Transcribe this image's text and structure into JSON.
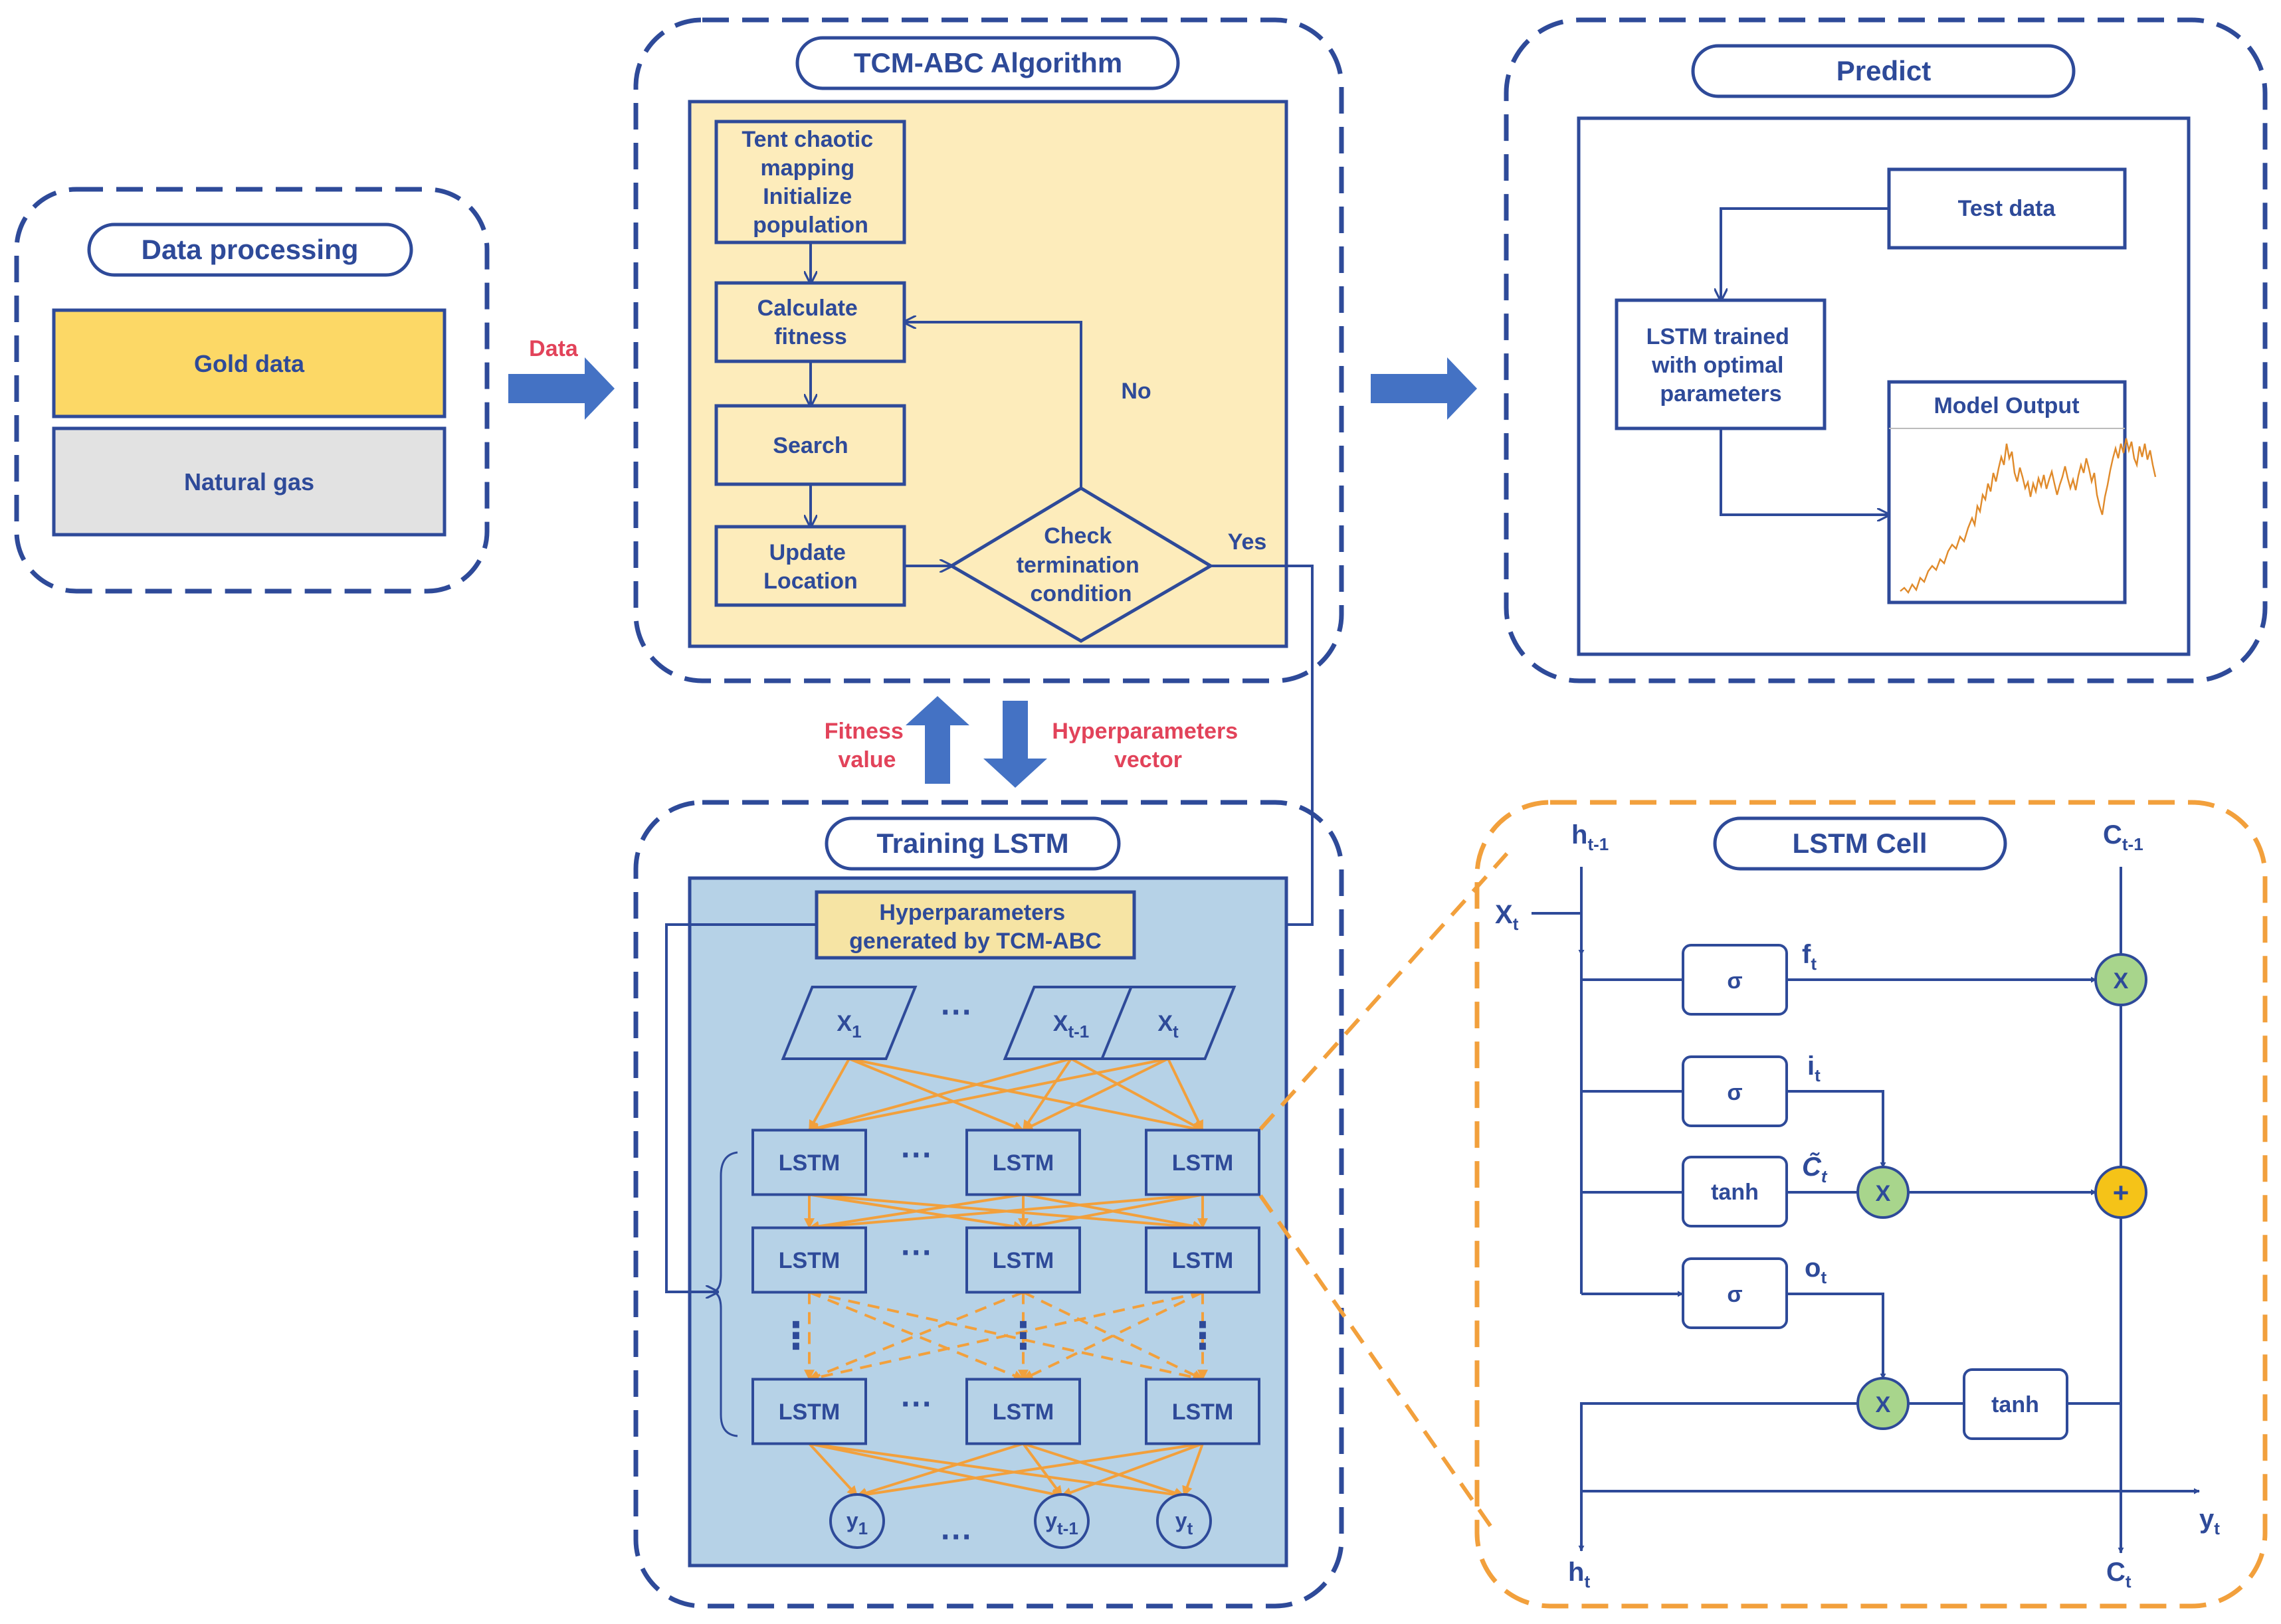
{
  "colors": {
    "primary": "#2e4a99",
    "orange": "#f2a03c",
    "accent_red": "#e2435a",
    "gold_fill": "#fcd866",
    "gas_fill": "#e2e2e2",
    "flow_fill": "#fdecbb",
    "lstm_fill": "#b6d2e7",
    "hyper_fill": "#f6e4a4",
    "gate_green": "#a8d58c",
    "gate_yellow": "#f5c318",
    "arrow_blue": "#4472c4"
  },
  "data_processing": {
    "title": "Data processing",
    "gold": "Gold data",
    "gas": "Natural gas"
  },
  "data_arrow_label": "Data",
  "tcm_abc": {
    "title": "TCM-ABC Algorithm",
    "init": [
      "Tent chaotic",
      "mapping",
      "Initialize",
      "population"
    ],
    "fitness": [
      "Calculate",
      "fitness"
    ],
    "search": "Search",
    "update": [
      "Update",
      "Location"
    ],
    "check": [
      "Check",
      "termination",
      "condition"
    ],
    "no": "No",
    "yes": "Yes"
  },
  "feedback": {
    "fitness": [
      "Fitness",
      "value"
    ],
    "hyper": [
      "Hyperparameters",
      "vector"
    ]
  },
  "predict": {
    "title": "Predict",
    "test_data": "Test data",
    "trained": [
      "LSTM trained",
      "with optimal",
      "parameters"
    ],
    "model_output": "Model Output"
  },
  "training": {
    "title": "Training LSTM",
    "hyper": [
      "Hyperparameters",
      "generated by TCM-ABC"
    ],
    "dots": "···",
    "vdots": "⋮",
    "x_inputs": [
      {
        "base": "X",
        "sub": "1"
      },
      {
        "base": "X",
        "sub": "t-1"
      },
      {
        "base": "X",
        "sub": "t"
      }
    ],
    "lstm_label": "LSTM",
    "y_outputs": [
      {
        "base": "y",
        "sub": "1"
      },
      {
        "base": "y",
        "sub": "t-1"
      },
      {
        "base": "y",
        "sub": "t"
      }
    ]
  },
  "lstm_cell": {
    "title": "LSTM Cell",
    "h_prev": {
      "base": "h",
      "sub": "t-1"
    },
    "c_prev": {
      "base": "C",
      "sub": "t-1"
    },
    "x_t": {
      "base": "X",
      "sub": "t"
    },
    "sigma": "σ",
    "tanh": "tanh",
    "f_t": {
      "base": "f",
      "sub": "t"
    },
    "i_t": {
      "base": "i",
      "sub": "t"
    },
    "c_tilde": {
      "base": "C̃",
      "sub": "t"
    },
    "o_t": {
      "base": "o",
      "sub": "t"
    },
    "mult": "X",
    "plus": "+",
    "h_t": {
      "base": "h",
      "sub": "t"
    },
    "c_t": {
      "base": "C",
      "sub": "t"
    },
    "y_t": {
      "base": "y",
      "sub": "t"
    }
  }
}
